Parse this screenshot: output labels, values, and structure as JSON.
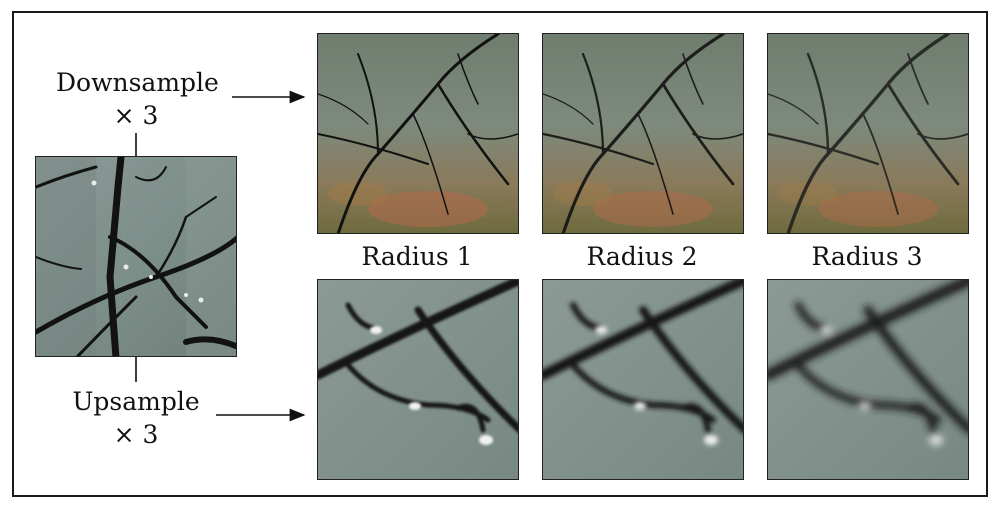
{
  "labels": {
    "downsample": "Downsample",
    "downsample_factor": "× 3",
    "upsample": "Upsample",
    "upsample_factor": "× 3"
  },
  "radius_labels": [
    "Radius 1",
    "Radius 2",
    "Radius 3"
  ],
  "images": {
    "source": "source-branch-photo",
    "downsampled": [
      "downsampled-radius-1",
      "downsampled-radius-2",
      "downsampled-radius-3"
    ],
    "upsampled": [
      "upsampled-radius-1",
      "upsampled-radius-2",
      "upsampled-radius-3"
    ]
  },
  "colors": {
    "border": "#1a1a1a",
    "sky": "#7f9089",
    "branch": "#141414",
    "autumn": "#b46a4a"
  }
}
